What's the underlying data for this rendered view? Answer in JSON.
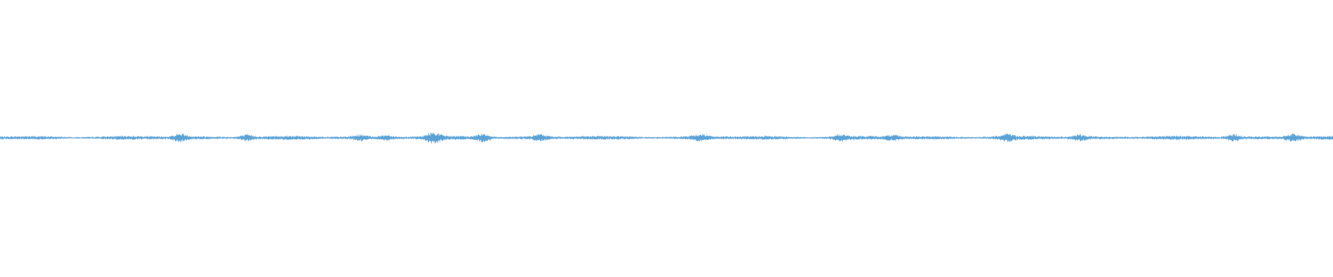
{
  "waveform": {
    "color": "#5aa2d6",
    "background": "#ffffff",
    "peak_level": 0.03,
    "noise_seed": 7,
    "bursts": [
      {
        "at": 0.135,
        "level": 0.75
      },
      {
        "at": 0.185,
        "level": 0.55
      },
      {
        "at": 0.27,
        "level": 0.5
      },
      {
        "at": 0.29,
        "level": 0.45
      },
      {
        "at": 0.325,
        "level": 1.0
      },
      {
        "at": 0.362,
        "level": 0.85
      },
      {
        "at": 0.405,
        "level": 0.55
      },
      {
        "at": 0.525,
        "level": 0.6
      },
      {
        "at": 0.63,
        "level": 0.55
      },
      {
        "at": 0.67,
        "level": 0.5
      },
      {
        "at": 0.755,
        "level": 0.65
      },
      {
        "at": 0.81,
        "level": 0.5
      },
      {
        "at": 0.925,
        "level": 0.7
      },
      {
        "at": 0.97,
        "level": 0.75
      }
    ]
  }
}
